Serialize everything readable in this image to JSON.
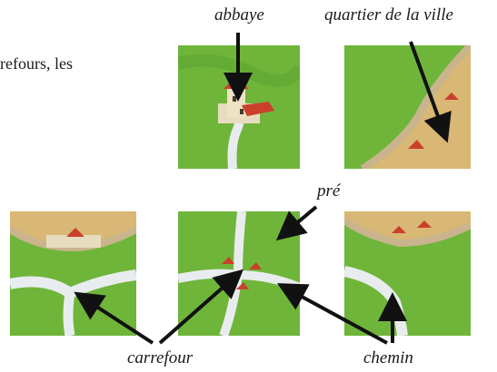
{
  "edge_text": "refours, les",
  "labels": {
    "abbey": "abbaye",
    "city_quarter": "quartier de la ville",
    "meadow": "pré",
    "crossroads": "carrefour",
    "road": "chemin"
  },
  "colors": {
    "grass": "#6fb53a",
    "grass_dark": "#4f9a2a",
    "road": "#e9ecef",
    "city": "#d9b774",
    "wall": "#c9b48d",
    "roof": "#c9402c",
    "arrow": "#111111"
  }
}
